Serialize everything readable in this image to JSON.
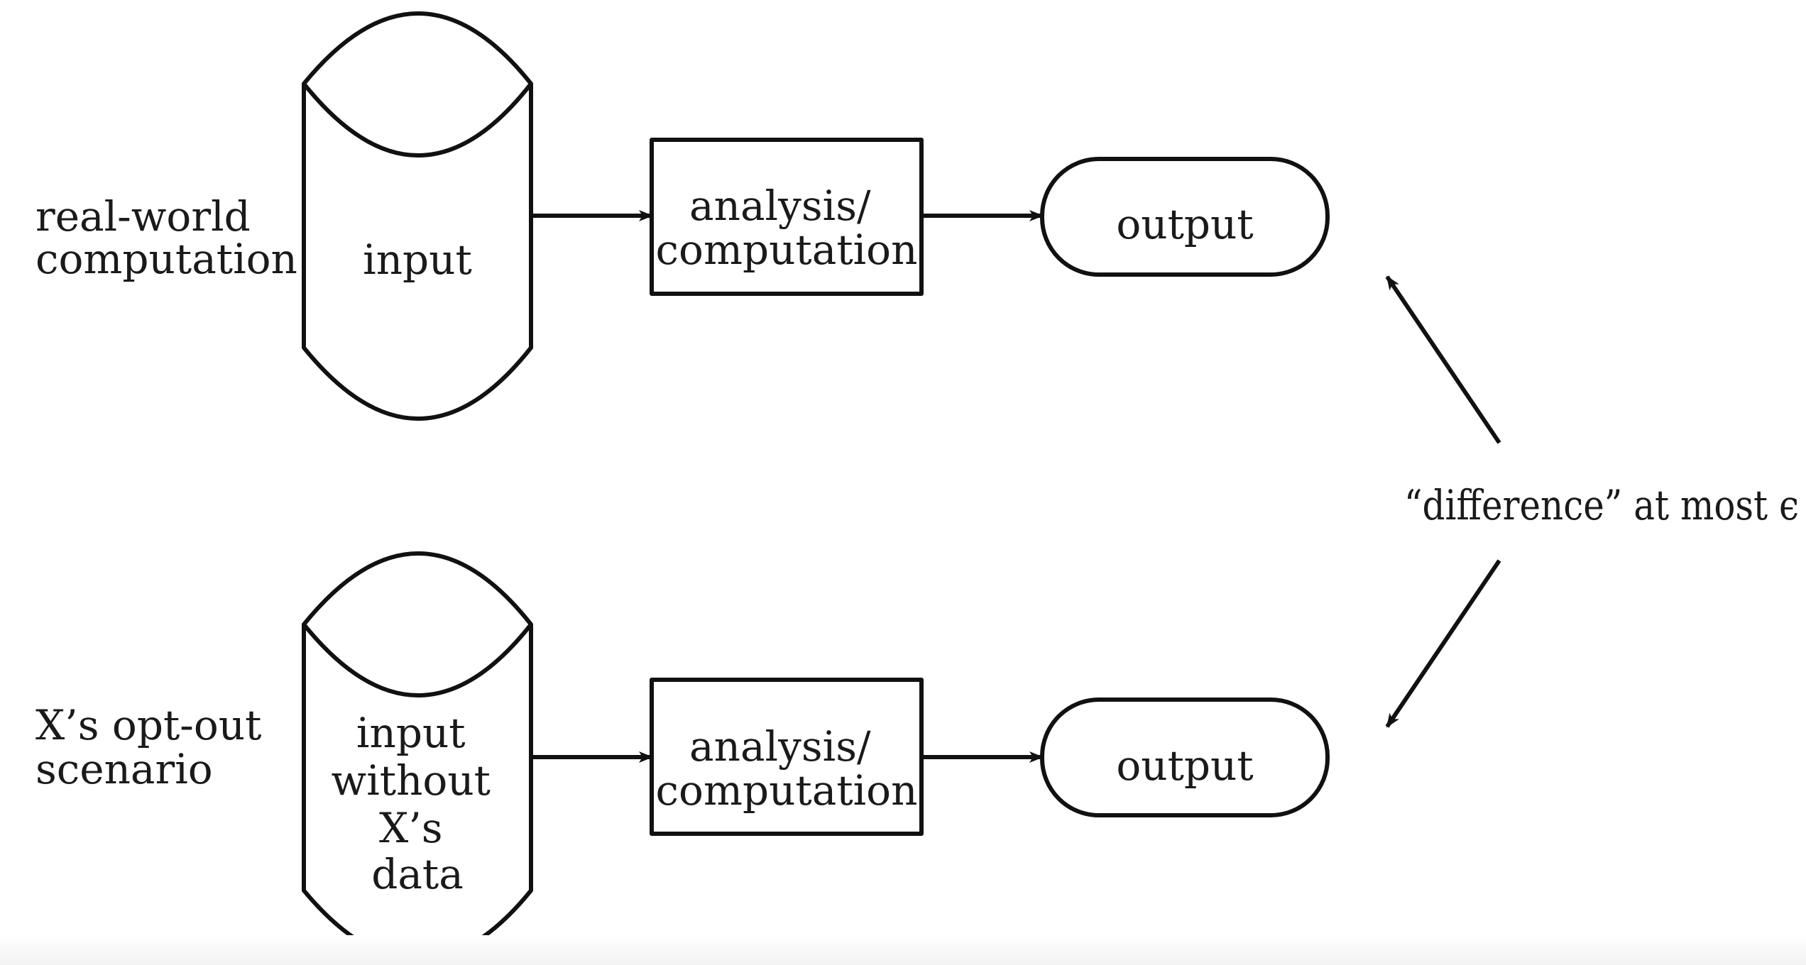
{
  "rows": [
    {
      "row_label": [
        "real-world",
        "computation"
      ],
      "input_label": [
        "input"
      ],
      "process_label": [
        "analysis/",
        "computation"
      ],
      "output_label": "output"
    },
    {
      "row_label": [
        "X’s opt-out",
        "scenario"
      ],
      "input_label": [
        "input",
        "without",
        "X’s",
        "data"
      ],
      "process_label": [
        "analysis/",
        "computation"
      ],
      "output_label": "output"
    }
  ],
  "comparison_label": "“difference” at most ϵ"
}
